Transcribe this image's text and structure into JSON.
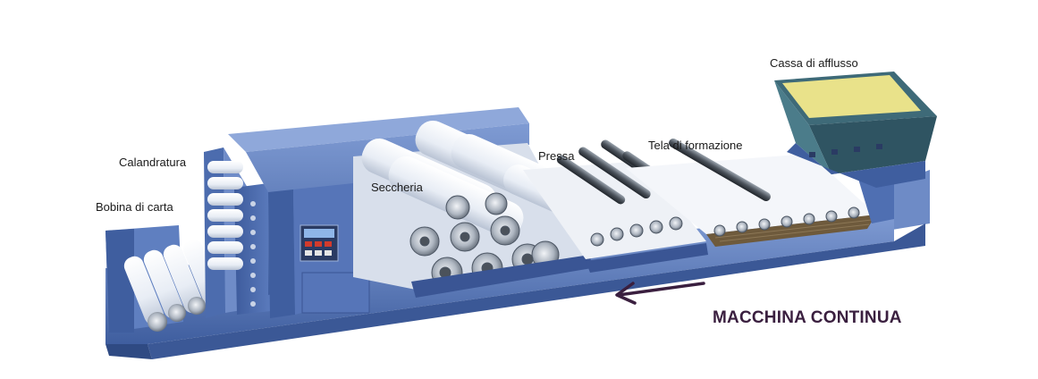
{
  "labels": {
    "bobina": "Bobina di carta",
    "calandratura": "Calandratura",
    "seccheria": "Seccheria",
    "pressa": "Pressa",
    "tela": "Tela di formazione",
    "cassa": "Cassa di afflusso"
  },
  "title": "MACCHINA CONTINUA",
  "colors": {
    "machine_blue": "#4f6fb2",
    "machine_blue_dark": "#2f4d8e",
    "machine_blue_light": "#7d9ad0",
    "paper": "#f4f6fa",
    "headbox_fill": "#e9e28a",
    "headbox_body": "#3e6a78",
    "arrow": "#3a1f3f"
  },
  "icons": [
    "paper-machine-illustration",
    "flow-direction-arrow"
  ]
}
